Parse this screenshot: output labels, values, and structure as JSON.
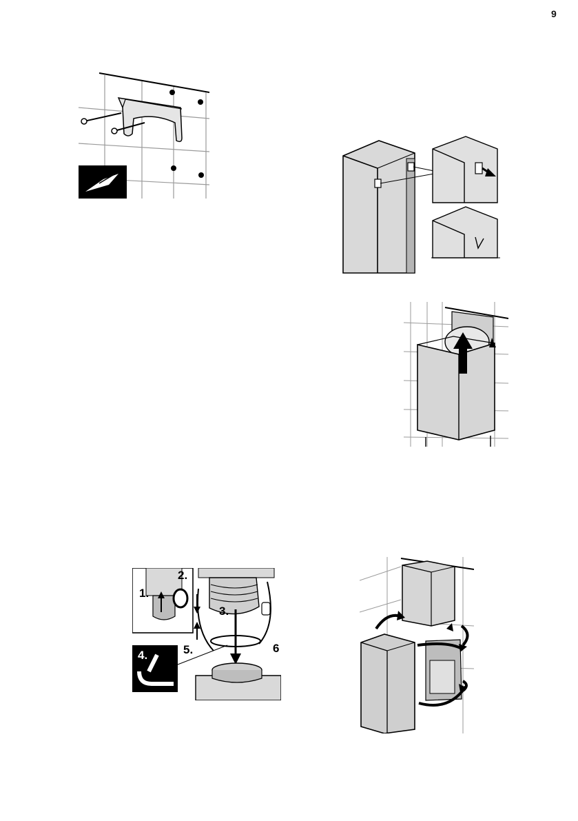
{
  "page": {
    "number": "9"
  },
  "figures": {
    "step_labels": [
      "1.",
      "2.",
      "3.",
      "4.",
      "5.",
      "6"
    ]
  },
  "icons": {
    "screw": "screw-icon",
    "arrow": "arrow-icon",
    "rotate": "rotate-arrow-icon",
    "hex_key": "hex-key-icon"
  },
  "colors": {
    "ink": "#000000",
    "steel_light": "#d9d9d9",
    "steel_mid": "#b5b5b5",
    "tile_line": "#9a9a9a"
  }
}
